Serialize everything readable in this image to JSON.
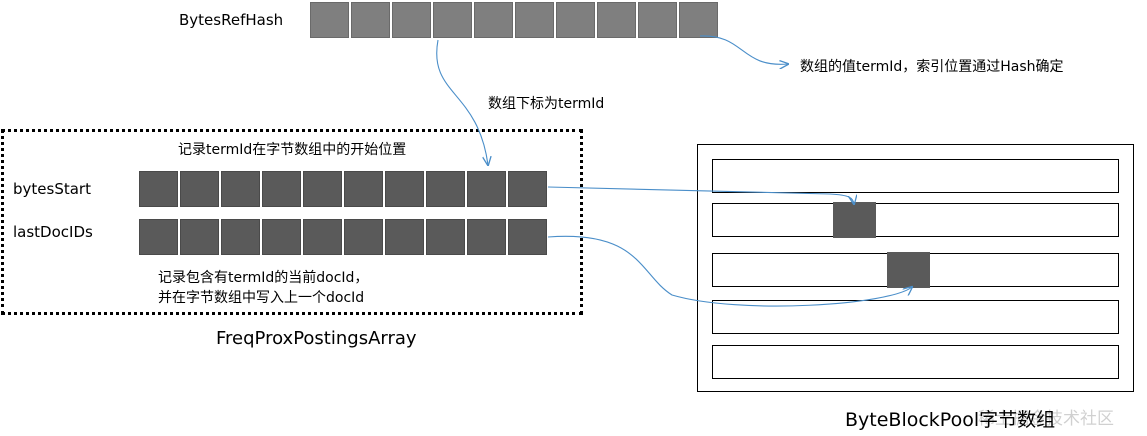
{
  "bytes_ref_hash": {
    "label": "BytesRefHash",
    "cell_count": 10
  },
  "annotations": {
    "hash_note": "数组的值termId，索引位置通过Hash确定",
    "index_note": "数组下标为termId",
    "start_note": "记录termId在字节数组中的开始位置",
    "doc_note_line1": "记录包含有termId的当前docId，",
    "doc_note_line2": "并在字节数组中写入上一个docId"
  },
  "freq_prox": {
    "title": "FreqProxPostingsArray",
    "arrays": [
      {
        "label": "bytesStart",
        "cell_count": 10
      },
      {
        "label": "lastDocIDs",
        "cell_count": 10
      }
    ]
  },
  "byte_block_pool": {
    "title": "ByteBlockPool字节数组",
    "slot_count": 5
  },
  "watermark": "稀土掘金技术社区",
  "colors": {
    "cell_light": "#7f7f7f",
    "cell_dark": "#5a5a5a",
    "connector": "#4a8ec9"
  }
}
